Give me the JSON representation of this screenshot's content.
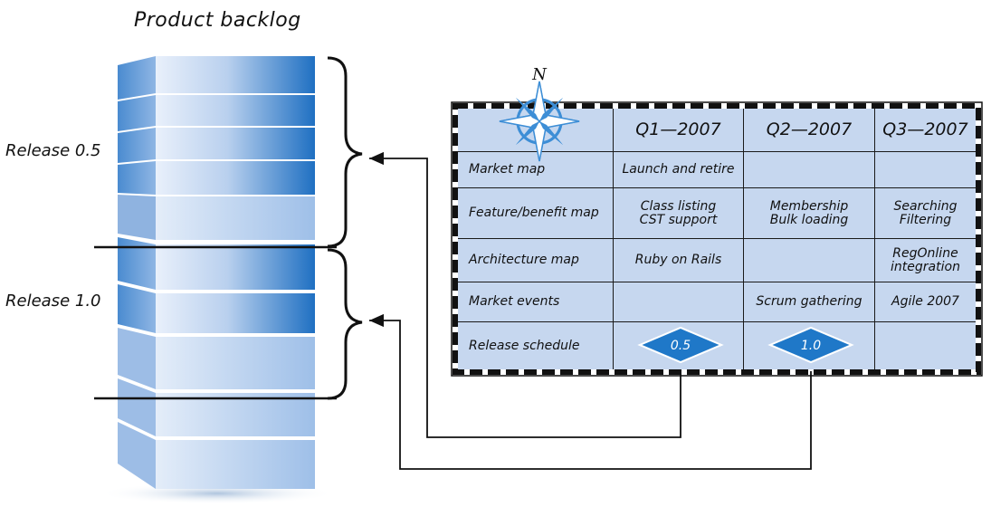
{
  "diagram": {
    "title": "Product backlog",
    "releases": [
      {
        "label": "Release 0.5"
      },
      {
        "label": "Release 1.0"
      }
    ],
    "compass_letter": "N",
    "roadmap": {
      "columns": [
        "Q1—2007",
        "Q2—2007",
        "Q3—2007"
      ],
      "rows": [
        {
          "label": "Market map",
          "cells": [
            "Launch and retire",
            "",
            ""
          ]
        },
        {
          "label": "Feature/benefit map",
          "cells": [
            "Class listing\nCST support",
            "Membership\nBulk loading",
            "Searching\nFiltering"
          ]
        },
        {
          "label": "Architecture map",
          "cells": [
            "Ruby on Rails",
            "",
            "RegOnline\nintegration"
          ]
        },
        {
          "label": "Market events",
          "cells": [
            "",
            "Scrum gathering",
            "Agile 2007"
          ]
        },
        {
          "label": "Release schedule",
          "cells": [
            "",
            "",
            ""
          ]
        }
      ],
      "milestones": [
        {
          "label": "0.5",
          "quarter": "Q1—2007"
        },
        {
          "label": "1.0",
          "quarter": "Q2—2007"
        }
      ]
    },
    "colors": {
      "backlog_blue": "#1e6fc0",
      "backlog_light": "#c8daf2",
      "roadmap_fill": "#c6d7ef",
      "milestone_fill": "#1f78c8",
      "compass_blue": "#3d8ed6"
    }
  }
}
